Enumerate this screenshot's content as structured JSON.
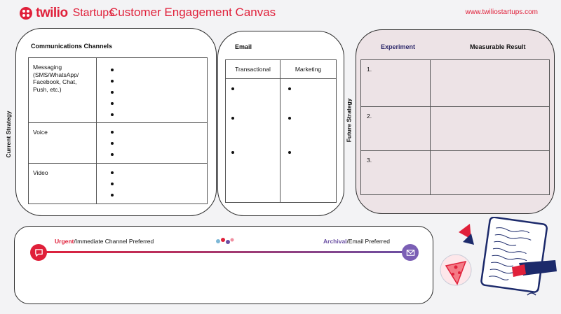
{
  "header": {
    "brand": "twilio",
    "brand_sub": "Startups",
    "title": "Customer Engagement Canvas",
    "url": "www.twiliostartups.com"
  },
  "side_labels": {
    "current": "Current Strategy",
    "future": "Future Strategy"
  },
  "communications": {
    "title": "Communications Channels",
    "rows": [
      {
        "label": "Messaging (SMS/WhatsApp/ Facebook, Chat, Push, etc.)",
        "bullets": 5
      },
      {
        "label": "Voice",
        "bullets": 3
      },
      {
        "label": "Video",
        "bullets": 3
      }
    ]
  },
  "email": {
    "title": "Email",
    "columns": [
      "Transactional",
      "Marketing"
    ]
  },
  "experiment": {
    "headers": [
      "Experiment",
      "Measurable Result"
    ],
    "rows": [
      "1.",
      "2.",
      "3."
    ]
  },
  "timeline": {
    "left_strong": "Urgent",
    "left_rest": "/Immediate Channel Preferred",
    "right_strong": "Archival",
    "right_rest": "/Email Preferred"
  },
  "colors": {
    "brand_red": "#e0203a",
    "purple": "#6a4fa3",
    "future_panel_bg": "#ede3e6"
  },
  "icons": {
    "left_circle": "chat-bubble-icon",
    "right_circle": "envelope-icon",
    "illustration": "notebook-illustration"
  }
}
